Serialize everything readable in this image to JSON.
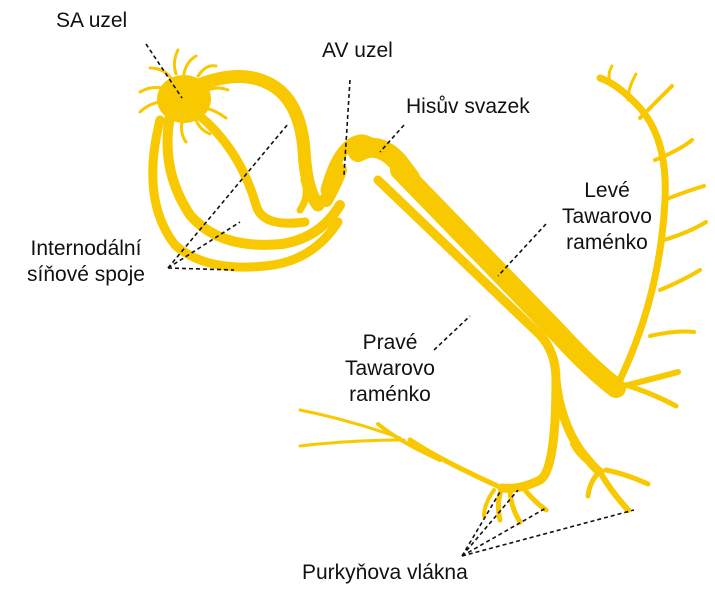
{
  "colors": {
    "conduction": "#f8c800",
    "leader": "#111111",
    "text": "#111111"
  },
  "labels": {
    "sa_node": "SA uzel",
    "av_node": "AV uzel",
    "his_bundle": "Hisův svazek",
    "left_branch": [
      "Levé",
      "Tawarovo",
      "raménko"
    ],
    "internodal": [
      "Internodální",
      "síňové spoje"
    ],
    "right_branch": [
      "Pravé",
      "Tawarovo",
      "raménko"
    ],
    "purkinje": "Purkyňova vlákna"
  }
}
